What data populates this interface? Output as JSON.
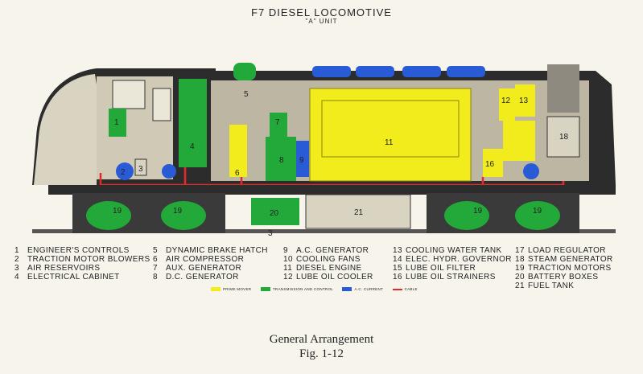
{
  "title": "F7 DIESEL LOCOMOTIVE",
  "subtitle": "\"A\" UNIT",
  "caption": "General Arrangement",
  "figure": "Fig. 1-12",
  "colors": {
    "prime_mover": "#f2ec1c",
    "transmission": "#22a93a",
    "ac_current": "#2a5bd6",
    "cable": "#e22a2a",
    "body_cream": "#d9d3c2",
    "body_dark": "#2c2c2c"
  },
  "parts": [
    {
      "num": "1",
      "name": "ENGINEER'S CONTROLS"
    },
    {
      "num": "2",
      "name": "TRACTION MOTOR BLOWERS"
    },
    {
      "num": "3",
      "name": "AIR RESERVOIRS"
    },
    {
      "num": "4",
      "name": "ELECTRICAL CABINET"
    },
    {
      "num": "5",
      "name": "DYNAMIC BRAKE HATCH"
    },
    {
      "num": "6",
      "name": "AIR COMPRESSOR"
    },
    {
      "num": "7",
      "name": "AUX. GENERATOR"
    },
    {
      "num": "8",
      "name": "D.C. GENERATOR"
    },
    {
      "num": "9",
      "name": "A.C. GENERATOR"
    },
    {
      "num": "10",
      "name": "COOLING FANS"
    },
    {
      "num": "11",
      "name": "DIESEL ENGINE"
    },
    {
      "num": "12",
      "name": "LUBE OIL COOLER"
    },
    {
      "num": "13",
      "name": "COOLING WATER TANK"
    },
    {
      "num": "14",
      "name": "ELEC. HYDR. GOVERNOR"
    },
    {
      "num": "15",
      "name": "LUBE OIL FILTER"
    },
    {
      "num": "16",
      "name": "LUBE OIL STRAINERS"
    },
    {
      "num": "17",
      "name": "LOAD REGULATOR"
    },
    {
      "num": "18",
      "name": "STEAM GENERATOR"
    },
    {
      "num": "19",
      "name": "TRACTION MOTORS"
    },
    {
      "num": "20",
      "name": "BATTERY BOXES"
    },
    {
      "num": "21",
      "name": "FUEL TANK"
    }
  ],
  "key": {
    "prime_mover": "PRIME MOVER",
    "transmission": "TRANSMISSION AND CONTROL",
    "ac_current": "A.C. CURRENT",
    "cable": "CABLE"
  },
  "callouts": {
    "n1": "1",
    "n2": "2",
    "n3": "3",
    "n3b": "3",
    "n4": "4",
    "n5": "5",
    "n6": "6",
    "n7": "7",
    "n8": "8",
    "n9": "9",
    "n11": "11",
    "n12": "12",
    "n13": "13",
    "n16": "16",
    "n18": "18",
    "n19a": "19",
    "n19b": "19",
    "n19c": "19",
    "n19d": "19",
    "n20": "20",
    "n21": "21"
  }
}
